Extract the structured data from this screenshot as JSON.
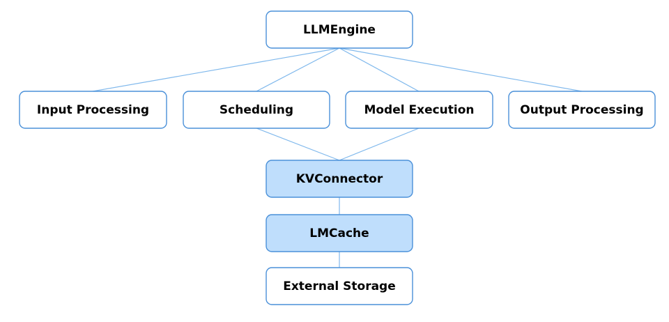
{
  "diagram": {
    "colors": {
      "border": "#4a90d9",
      "edge": "#7fb8ec",
      "highlight_fill": "#bfdefc",
      "plain_fill": "#ffffff",
      "text": "#000000"
    },
    "nodes": {
      "llm_engine": {
        "label": "LLMEngine",
        "highlight": false
      },
      "input_processing": {
        "label": "Input Processing",
        "highlight": false
      },
      "scheduling": {
        "label": "Scheduling",
        "highlight": false
      },
      "model_execution": {
        "label": "Model Execution",
        "highlight": false
      },
      "output_processing": {
        "label": "Output Processing",
        "highlight": false
      },
      "kv_connector": {
        "label": "KVConnector",
        "highlight": true
      },
      "lmcache": {
        "label": "LMCache",
        "highlight": true
      },
      "external_storage": {
        "label": "External Storage",
        "highlight": false
      }
    },
    "edges": [
      {
        "from": "llm_engine",
        "to": "input_processing"
      },
      {
        "from": "llm_engine",
        "to": "scheduling"
      },
      {
        "from": "llm_engine",
        "to": "model_execution"
      },
      {
        "from": "llm_engine",
        "to": "output_processing"
      },
      {
        "from": "scheduling",
        "to": "kv_connector"
      },
      {
        "from": "model_execution",
        "to": "kv_connector"
      },
      {
        "from": "kv_connector",
        "to": "lmcache"
      },
      {
        "from": "lmcache",
        "to": "external_storage"
      }
    ]
  }
}
